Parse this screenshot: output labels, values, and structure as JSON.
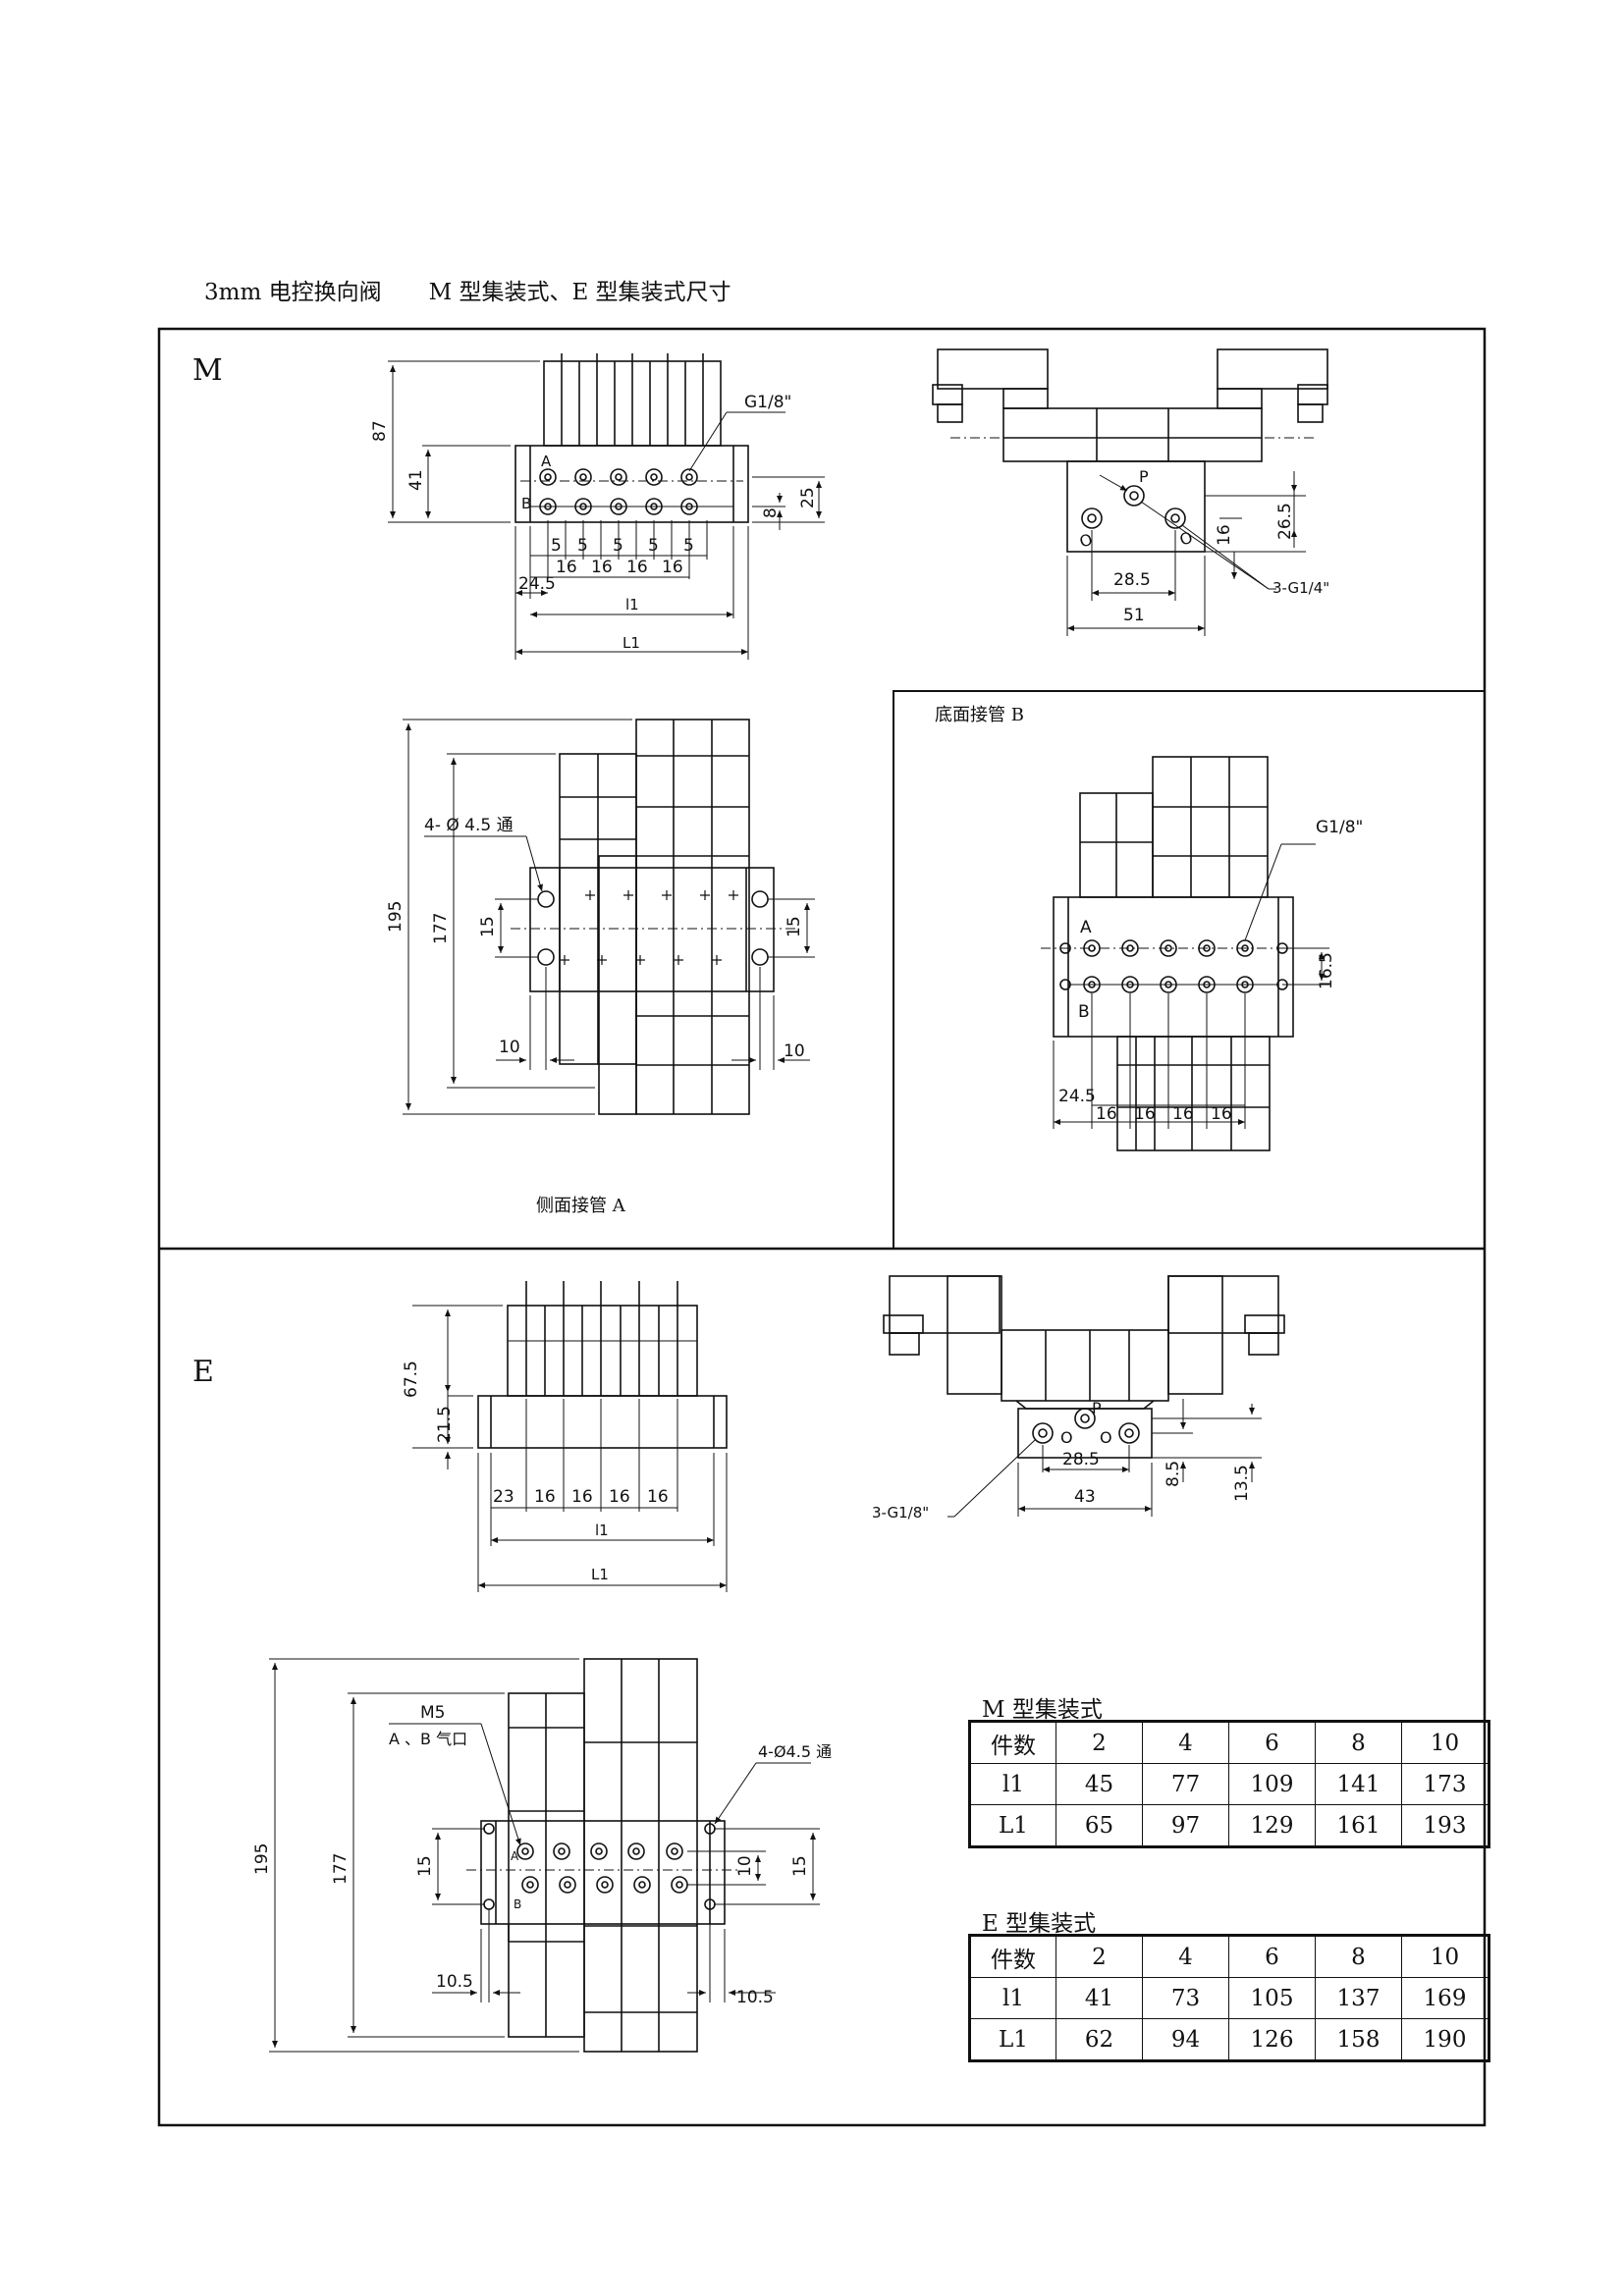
{
  "doc_title": {
    "part1": "3mm 电控换向阀",
    "part2": "M 型集装式、E 型集装式尺寸"
  },
  "section_m": {
    "label": "M"
  },
  "section_e": {
    "label": "E"
  },
  "captions": {
    "side_port_a": "侧面接管 A",
    "bottom_port_b": "底面接管 B"
  },
  "dims": {
    "m_front": {
      "h87": "87",
      "h41": "41",
      "g18": "G1/8\"",
      "h8": "8",
      "h25": "25",
      "a": "A",
      "b": "B",
      "p5a": "5",
      "p5b": "5",
      "p5c": "5",
      "p5d": "5",
      "p5e": "5",
      "p16a": "16",
      "p16b": "16",
      "p16c": "16",
      "p16d": "16",
      "p245": "24.5",
      "l1": "l1",
      "L1": "L1"
    },
    "m_side": {
      "p": "P",
      "o1": "O",
      "o2": "O",
      "h265": "26.5",
      "h16": "16",
      "w285": "28.5",
      "w51": "51",
      "g14": "3-G1/4\""
    },
    "m_top": {
      "h195": "195",
      "h177": "177",
      "h15a": "15",
      "h15b": "15",
      "w10a": "10",
      "w10b": "10",
      "hole": "4- Ø 4.5 通"
    },
    "m_bottom": {
      "g18": "G1/8\"",
      "a": "A",
      "b": "B",
      "h165": "16.5",
      "w245": "24.5",
      "p16a": "16",
      "p16b": "16",
      "p16c": "16",
      "p16d": "16"
    },
    "e_front": {
      "h675": "67.5",
      "h215": "21.5",
      "w23": "23",
      "p16a": "16",
      "p16b": "16",
      "p16c": "16",
      "p16d": "16",
      "l1": "l1",
      "L1": "L1"
    },
    "e_side": {
      "p": "P",
      "o1": "O",
      "o2": "O",
      "w285": "28.5",
      "w43": "43",
      "h85": "8.5",
      "h135": "13.5",
      "g18": "3-G1/8\""
    },
    "e_top": {
      "h195": "195",
      "h177": "177",
      "h15a": "15",
      "h15b": "15",
      "h10": "10",
      "w105a": "10.5",
      "w105b": "10.5",
      "m5": "M5",
      "ab": "A 、B 气口",
      "hole": "4-Ø4.5 通",
      "a": "A",
      "b": "B"
    }
  },
  "table_m": {
    "caption": "M 型集装式",
    "header": [
      "件数",
      "2",
      "4",
      "6",
      "8",
      "10"
    ],
    "rows": [
      [
        "l1",
        "45",
        "77",
        "109",
        "141",
        "173"
      ],
      [
        "L1",
        "65",
        "97",
        "129",
        "161",
        "193"
      ]
    ]
  },
  "table_e": {
    "caption": "E 型集装式",
    "header": [
      "件数",
      "2",
      "4",
      "6",
      "8",
      "10"
    ],
    "rows": [
      [
        "l1",
        "41",
        "73",
        "105",
        "137",
        "169"
      ],
      [
        "L1",
        "62",
        "94",
        "126",
        "158",
        "190"
      ]
    ]
  }
}
